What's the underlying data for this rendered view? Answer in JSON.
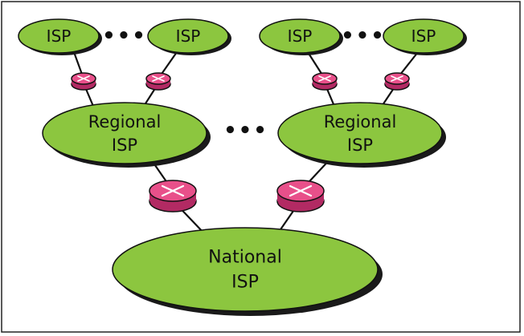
{
  "colors": {
    "node_fill": "#8cc63f",
    "node_stroke": "#111111",
    "shadow": "#1a1a1a",
    "router_fill": "#e8508a",
    "router_side": "#b22a63",
    "link": "#111111",
    "frame": "#222222"
  },
  "nodes": {
    "isp_1": {
      "label": "ISP"
    },
    "isp_2": {
      "label": "ISP"
    },
    "isp_3": {
      "label": "ISP"
    },
    "isp_4": {
      "label": "ISP"
    },
    "regional_left": {
      "line1": "Regional",
      "line2": "ISP"
    },
    "regional_right": {
      "line1": "Regional",
      "line2": "ISP"
    },
    "national": {
      "line1": "National",
      "line2": "ISP"
    }
  },
  "ellipsis": {
    "top_left": "•••",
    "top_right": "•••",
    "middle": "•••"
  },
  "router_icon": "router-icon"
}
